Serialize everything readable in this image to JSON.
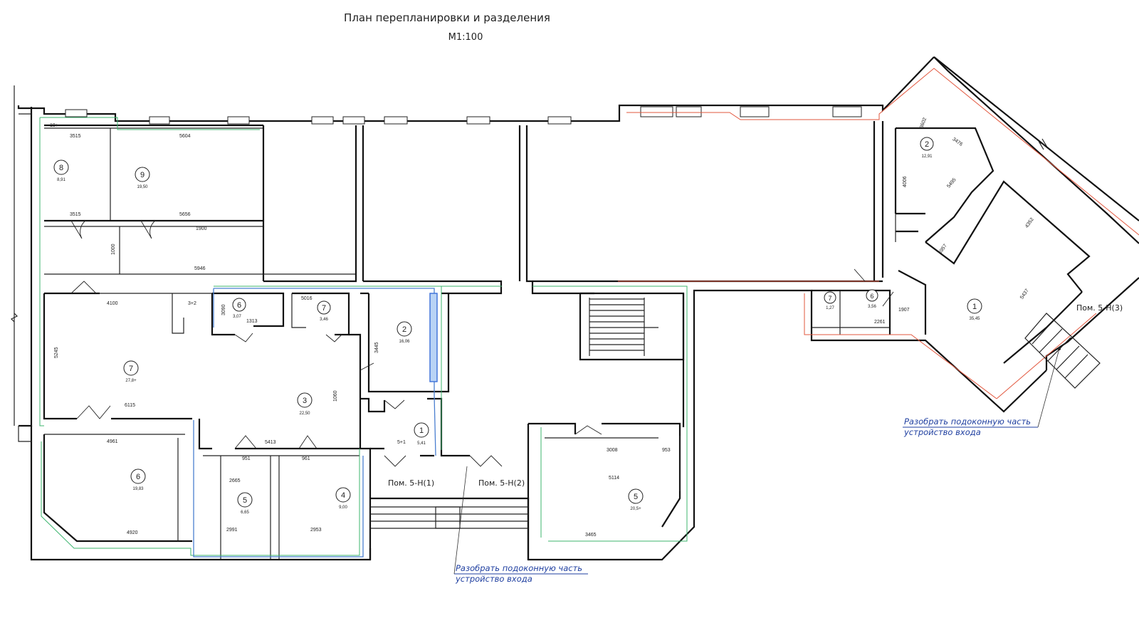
{
  "title": "План перепланировки и разделения",
  "scale": "М1:100",
  "rooms": [
    {
      "id": "room-8-nw",
      "number": "8",
      "area": "8,91"
    },
    {
      "id": "room-9-nw",
      "number": "9",
      "area": "19,50"
    },
    {
      "id": "room-7-hall",
      "number": "7",
      "area": "27,8+"
    },
    {
      "id": "room-6-wc-left",
      "number": "6",
      "area": "3,07"
    },
    {
      "id": "room-7-wc-left",
      "number": "7",
      "area": "3,46"
    },
    {
      "id": "room-2-center",
      "number": "2",
      "area": "16,06"
    },
    {
      "id": "room-3-center",
      "number": "3",
      "area": "22,50"
    },
    {
      "id": "room-1-center",
      "number": "1",
      "area": "5,41"
    },
    {
      "id": "room-6-sw",
      "number": "6",
      "area": "19,83"
    },
    {
      "id": "room-5-small",
      "number": "5",
      "area": "6,65"
    },
    {
      "id": "room-4-small",
      "number": "4",
      "area": "9,00"
    },
    {
      "id": "room-5-south",
      "number": "5",
      "area": "20,5+"
    },
    {
      "id": "room-7-wc-right",
      "number": "7",
      "area": "1,27"
    },
    {
      "id": "room-6-wc-right",
      "number": "6",
      "area": "3,56"
    },
    {
      "id": "room-2-east",
      "number": "2",
      "area": "12,91"
    },
    {
      "id": "room-1-east",
      "number": "1",
      "area": "35,45"
    }
  ],
  "premises": {
    "p1": "Пом. 5-Н(1)",
    "p2": "Пом. 5-Н(2)",
    "p3": "Пом. 5-Н(3)"
  },
  "notes": {
    "note_right": {
      "line1": "Разобрать подоконную часть",
      "line2": "устройство входа"
    },
    "note_bottom": {
      "line1": "Разобрать подоконную часть",
      "line2": "устройство входа"
    }
  },
  "dimensions": {
    "d01": "18+",
    "d02": "3515",
    "d03": "5604",
    "d04": "3515",
    "d05": "5656",
    "d06": "1900",
    "d07": "1000",
    "d08": "5946",
    "d09": "4100",
    "d10": "3+2",
    "d11": "5245",
    "d12": "6115",
    "d13": "3090",
    "d14": "1313",
    "d15": "5016",
    "d16": "3445",
    "d17": "5413",
    "d18": "951",
    "d19": "961",
    "d20": "2665",
    "d21": "2991",
    "d22": "2953",
    "d23": "4961",
    "d24": "4920",
    "d25": "3008",
    "d26": "953",
    "d27": "5114",
    "d28": "3465",
    "d29": "5+1",
    "d30": "1060",
    "d31": "4006",
    "d32": "3602",
    "d33": "2261",
    "d34": "4352",
    "d35": "6957",
    "d36": "5437",
    "d37": "1907",
    "d38": "5495",
    "d39": "3476"
  },
  "colors": {
    "wall": "#111111",
    "outline_green": "#3cb46e",
    "outline_blue": "#4a7fd0",
    "outline_red": "#e2573e",
    "note_blue": "#1f3fa0"
  }
}
